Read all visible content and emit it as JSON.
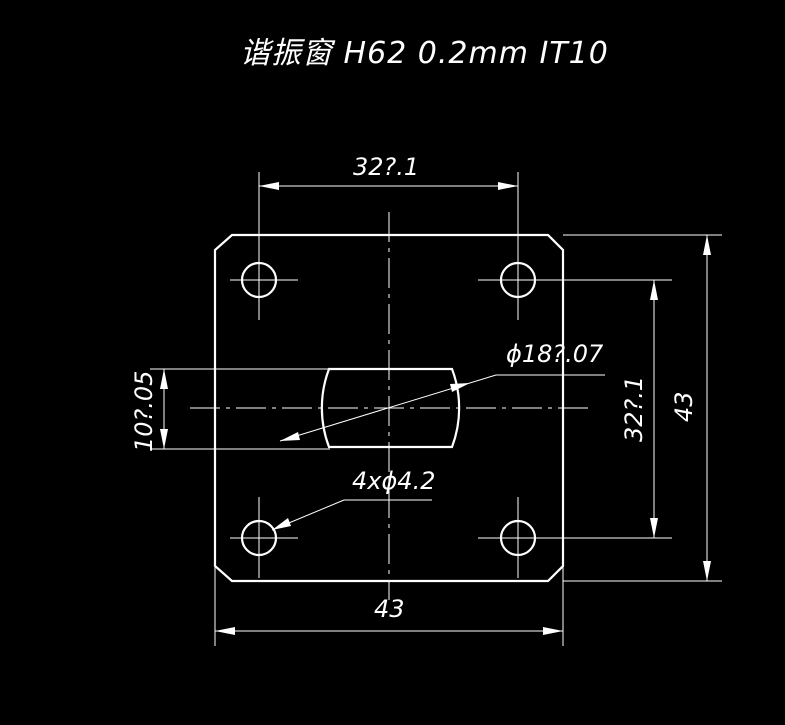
{
  "title": "谐振窗 H62 0.2mm IT10",
  "dimensions": {
    "top_hole_spacing": "32?.1",
    "slot_diameter": "ϕ18?.07",
    "slot_height": "10?.05",
    "right_hole_spacing": "32?.1",
    "overall_height": "43",
    "hole_callout": "4xϕ4.2",
    "overall_width": "43"
  }
}
